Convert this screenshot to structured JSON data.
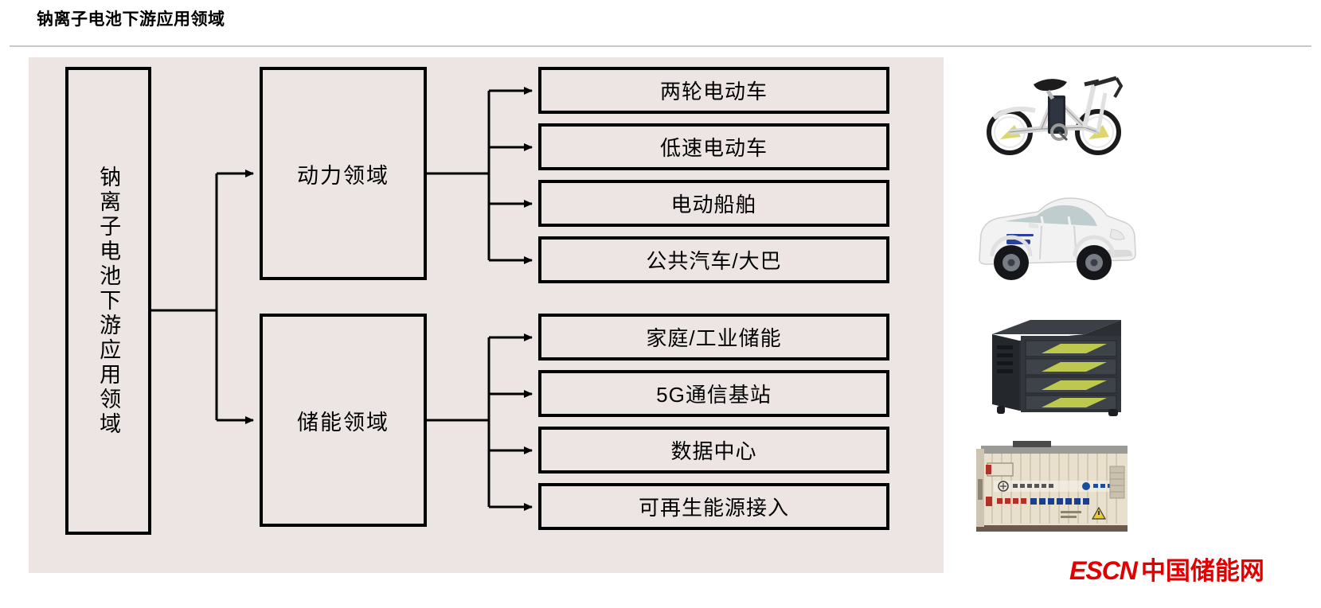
{
  "page": {
    "title": "钠离子电池下游应用领域",
    "background_color": "#ffffff",
    "panel_color": "#ece5e4",
    "line_color": "#000000",
    "rule_color": "#c9c9c9"
  },
  "diagram": {
    "type": "tree-flowchart",
    "root": {
      "label": "钠离子电池下游应用领域",
      "orientation": "vertical"
    },
    "branches": [
      {
        "id": "power",
        "label": "动力领域",
        "children": [
          {
            "label": "两轮电动车"
          },
          {
            "label": "低速电动车"
          },
          {
            "label": "电动船舶"
          },
          {
            "label": "公共汽车/大巴"
          }
        ]
      },
      {
        "id": "storage",
        "label": "储能领域",
        "children": [
          {
            "label": "家庭/工业储能"
          },
          {
            "label": "5G通信基站"
          },
          {
            "label": "数据中心"
          },
          {
            "label": "可再生能源接入"
          }
        ]
      }
    ]
  },
  "photos": [
    {
      "id": "ebike",
      "name": "electric-bicycle-photo",
      "alt": "折叠电动自行车"
    },
    {
      "id": "ev-car",
      "name": "low-speed-electric-car-photo",
      "alt": "白色低速电动汽车"
    },
    {
      "id": "cabinet",
      "name": "battery-cabinet-photo",
      "alt": "黑色储能电池柜"
    },
    {
      "id": "container",
      "name": "container-storage-photo",
      "alt": "集装箱式储能系统"
    }
  ],
  "logo": {
    "mark": "ESCN",
    "name": "中国储能网",
    "color": "#e00000"
  }
}
